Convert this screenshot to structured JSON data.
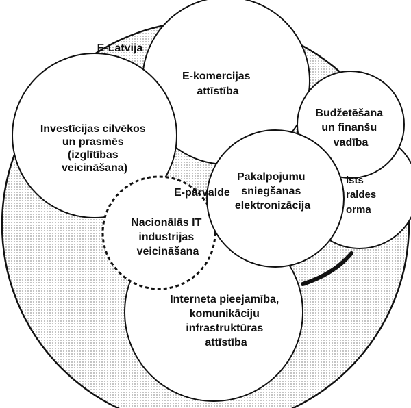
{
  "outer_label": "E-Latvija",
  "inner_label": "E-pārvalde",
  "circles": {
    "ecommerce": [
      "E-komercijas",
      "attīstība"
    ],
    "investment": [
      "Investīcijas cilvēkos",
      "un prasmēs",
      "(izglītības",
      "veicināšana)"
    ],
    "budget": [
      "Budžetēšana",
      "un finanšu",
      "vadība"
    ],
    "admin_reform": [
      "ists",
      "raldes",
      "orma"
    ],
    "services": [
      "Pakalpojumu",
      "sniegšanas",
      "elektronizācija"
    ],
    "it_industry": [
      "Nacionālās IT",
      "industrijas",
      "veicināšana"
    ],
    "internet": [
      "Interneta pieejamība,",
      "komunikāciju",
      "infrastruktūras",
      "attīstība"
    ]
  },
  "colors": {
    "outline": "#111111",
    "background": "#ffffff",
    "shading": "#d8d8d8"
  }
}
